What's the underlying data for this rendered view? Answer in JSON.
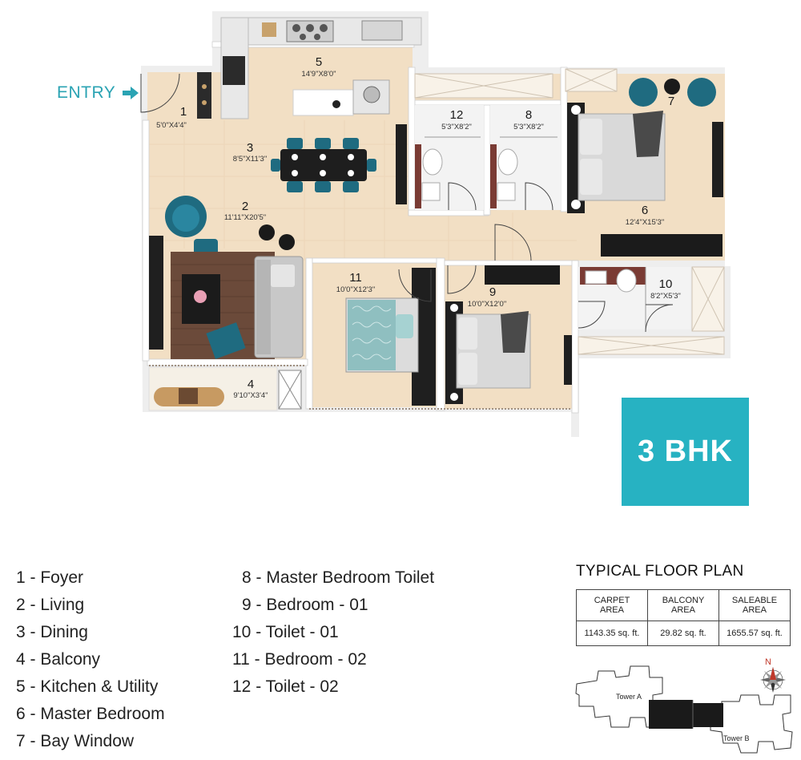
{
  "entry_label": "ENTRY",
  "unit_type": "3 BHK",
  "rooms": [
    {
      "id": "1",
      "dim": "5'0\"X4'4\""
    },
    {
      "id": "2",
      "dim": "11'11\"X20'5\""
    },
    {
      "id": "3",
      "dim": "8'5\"X11'3\""
    },
    {
      "id": "4",
      "dim": "9'10\"X3'4\""
    },
    {
      "id": "5",
      "dim": "14'9\"X8'0\""
    },
    {
      "id": "6",
      "dim": "12'4\"X15'3\""
    },
    {
      "id": "7",
      "dim": ""
    },
    {
      "id": "8",
      "dim": "5'3\"X8'2\""
    },
    {
      "id": "9",
      "dim": "10'0\"X12'0\""
    },
    {
      "id": "10",
      "dim": "8'2\"X5'3\""
    },
    {
      "id": "11",
      "dim": "10'0\"X12'3\""
    },
    {
      "id": "12",
      "dim": "5'3\"X8'2\""
    }
  ],
  "legend": [
    "1 - Foyer",
    "2 - Living",
    "3 - Dining",
    "4 - Balcony",
    "5 - Kitchen & Utility",
    "6 - Master Bedroom",
    "7 - Bay Window",
    "8 - Master Bedroom Toilet",
    "9 - Bedroom - 01",
    "10 - Toilet - 01",
    "11 - Bedroom - 02",
    "12 - Toilet - 02"
  ],
  "floor_plan_title": "TYPICAL FLOOR PLAN",
  "area_table": {
    "headers": [
      [
        "CARPET",
        "AREA"
      ],
      [
        "BALCONY",
        "AREA"
      ],
      [
        "SALEABLE",
        "AREA"
      ]
    ],
    "values": [
      "1143.35 sq. ft.",
      "29.82 sq. ft.",
      "1655.57 sq. ft."
    ]
  },
  "site_plan": {
    "tower_a": "Tower A",
    "tower_b": "Tower B",
    "north": "N"
  },
  "colors": {
    "floor": "#f2dfc4",
    "accent": "#27b2c2",
    "teal_furniture": "#1f6b80",
    "wall": "#ffffff"
  }
}
